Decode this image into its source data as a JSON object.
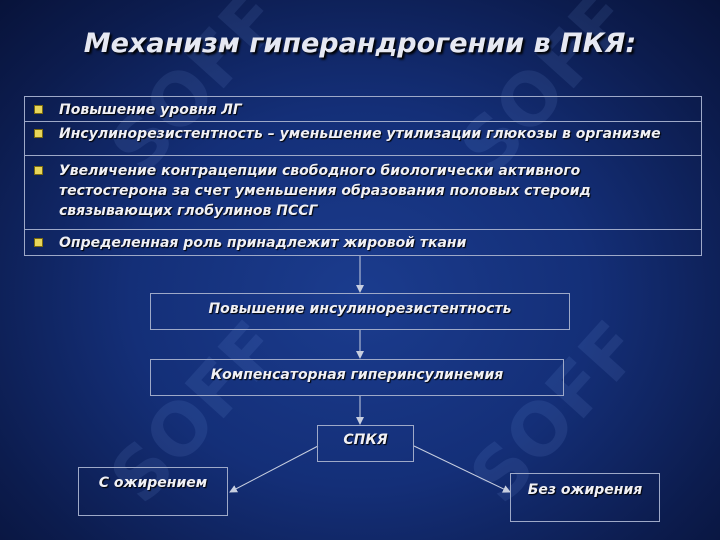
{
  "title": "Механизм гиперандрогении в ПКЯ:",
  "watermark": "SOFF",
  "list_items": [
    "Повышение уровня ЛГ",
    "Инсулинорезистентность – уменьшение утилизации глюкозы в организме",
    "Увеличение контрацепции свободного биологически активного тестостерона за счет уменьшения образования половых стероид связывающих глобулинов ПССГ",
    "Определенная роль принадлежит жировой ткани"
  ],
  "flow": {
    "step1": "Повышение инсулинорезистентность",
    "step2": "Компенсаторная гиперинсулинемия",
    "step3": "СПКЯ",
    "left": "С ожирением",
    "right": "Без ожирения"
  },
  "colors": {
    "background": "#142f78",
    "bullet": "#e8d65a",
    "border": "#9ea9c8"
  }
}
